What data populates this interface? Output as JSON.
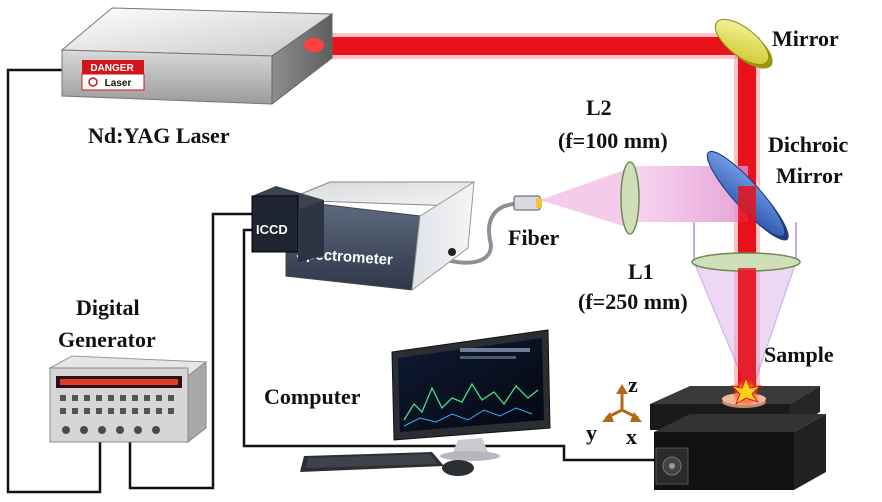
{
  "labels": {
    "laser": "Nd:YAG Laser",
    "danger": "DANGER",
    "laser_tag": "Laser",
    "mirror": "Mirror",
    "l2_name": "L2",
    "l2_focal": "(f=100 mm)",
    "dichroic_line1": "Dichroic",
    "dichroic_line2": "Mirror",
    "fiber": "Fiber",
    "iccd": "ICCD",
    "spectrometer": "Spectrometer",
    "l1_name": "L1",
    "l1_focal": "(f=250 mm)",
    "digital_line1": "Digital",
    "digital_line2": "Generator",
    "sample": "Sample",
    "computer": "Computer",
    "axis_z": "z",
    "axis_x": "x",
    "axis_y": "y"
  },
  "colors": {
    "laser_beam": "#e8121a",
    "collected_light": "#e9a0d8",
    "lens": "#cfe0b8",
    "dichroic": "#3a6fcf",
    "mirror": "#e3e04a",
    "cable": "#111111"
  }
}
